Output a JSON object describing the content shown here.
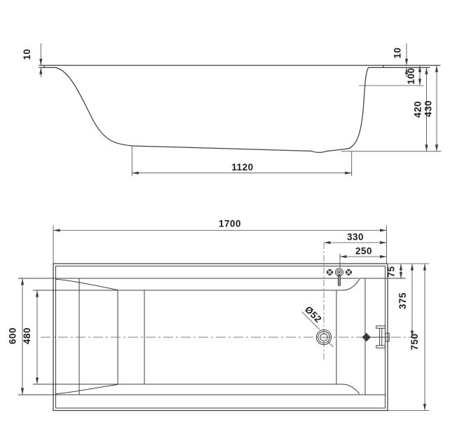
{
  "side_view": {
    "rim_thickness_left": "10",
    "rim_thickness_right": "10",
    "rim_to_ledge_depth": "100",
    "inner_height": "420",
    "total_height": "430",
    "flat_bottom_length": "1120"
  },
  "plan_view": {
    "total_length": "1700",
    "drain_from_end": "330",
    "faucet_from_end": "250",
    "rim_band_width": "75",
    "drain_from_edge": "375",
    "total_width": "750",
    "opening_width": "600",
    "flat_bottom_width": "480",
    "drain_diameter": "Ø52"
  },
  "colors": {
    "line": "#3f3f3f",
    "text": "#1c1c1c",
    "background": "#ffffff"
  }
}
